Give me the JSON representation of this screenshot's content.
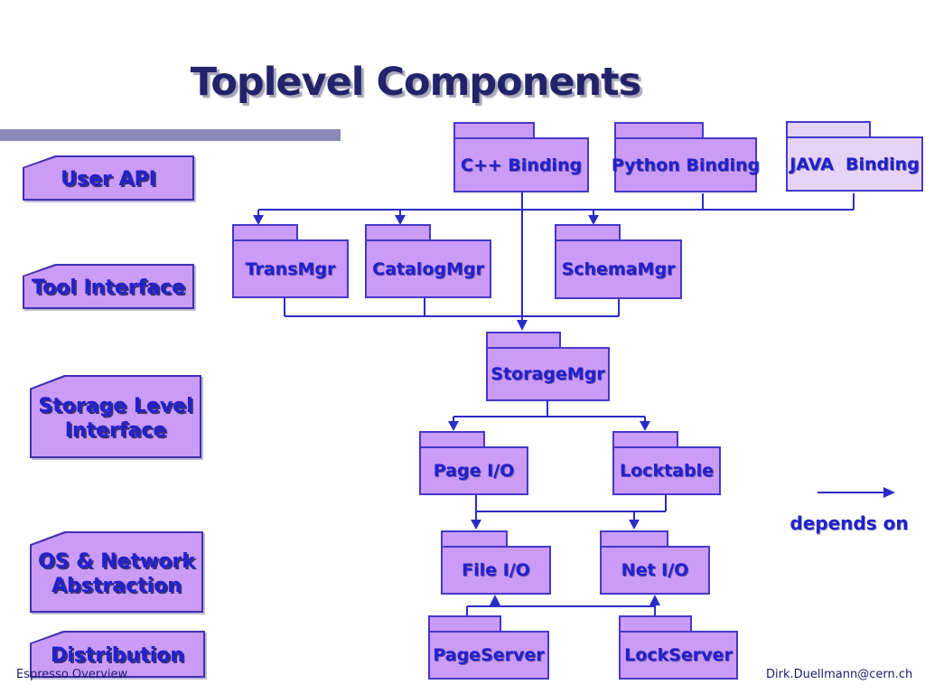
{
  "slide": {
    "title": "Toplevel Components",
    "footer_left": "Espresso Overview",
    "footer_right": "Dirk.Duellmann@cern.ch"
  },
  "legend": {
    "label": "depends on"
  },
  "layers": [
    {
      "label": "User API"
    },
    {
      "label": "Tool Interface"
    },
    {
      "label": "Storage Level\nInterface"
    },
    {
      "label": "OS & Network\nAbstraction"
    },
    {
      "label": "Distribution"
    }
  ],
  "packages": [
    {
      "label": "C++ Binding"
    },
    {
      "label": "Python Binding"
    },
    {
      "label": "JAVA  Binding"
    },
    {
      "label": "TransMgr"
    },
    {
      "label": "CatalogMgr"
    },
    {
      "label": "SchemaMgr"
    },
    {
      "label": "StorageMgr"
    },
    {
      "label": "Page I/O"
    },
    {
      "label": "Locktable"
    },
    {
      "label": "File I/O"
    },
    {
      "label": "Net I/O"
    },
    {
      "label": "PageServer"
    },
    {
      "label": "LockServer"
    }
  ],
  "relations": [
    "C++ Binding, Python Binding, JAVA Binding depend on TransMgr, CatalogMgr, SchemaMgr",
    "C++ Binding depends on StorageMgr",
    "TransMgr, CatalogMgr, SchemaMgr depend on StorageMgr",
    "StorageMgr depends on Page I/O and Locktable",
    "Page I/O and Locktable depend on File I/O and Net I/O",
    "PageServer depends on File I/O and Net I/O",
    "LockServer depends on Net I/O"
  ],
  "colors": {
    "package_fill": "#cb9bf8",
    "package_fill_light": "#e5d3f8",
    "package_border": "#4538c8",
    "connector": "#2b2bc8",
    "label_text": "#2121cc",
    "title_text": "#23236b",
    "divider_bar": "#8a8ab8"
  }
}
